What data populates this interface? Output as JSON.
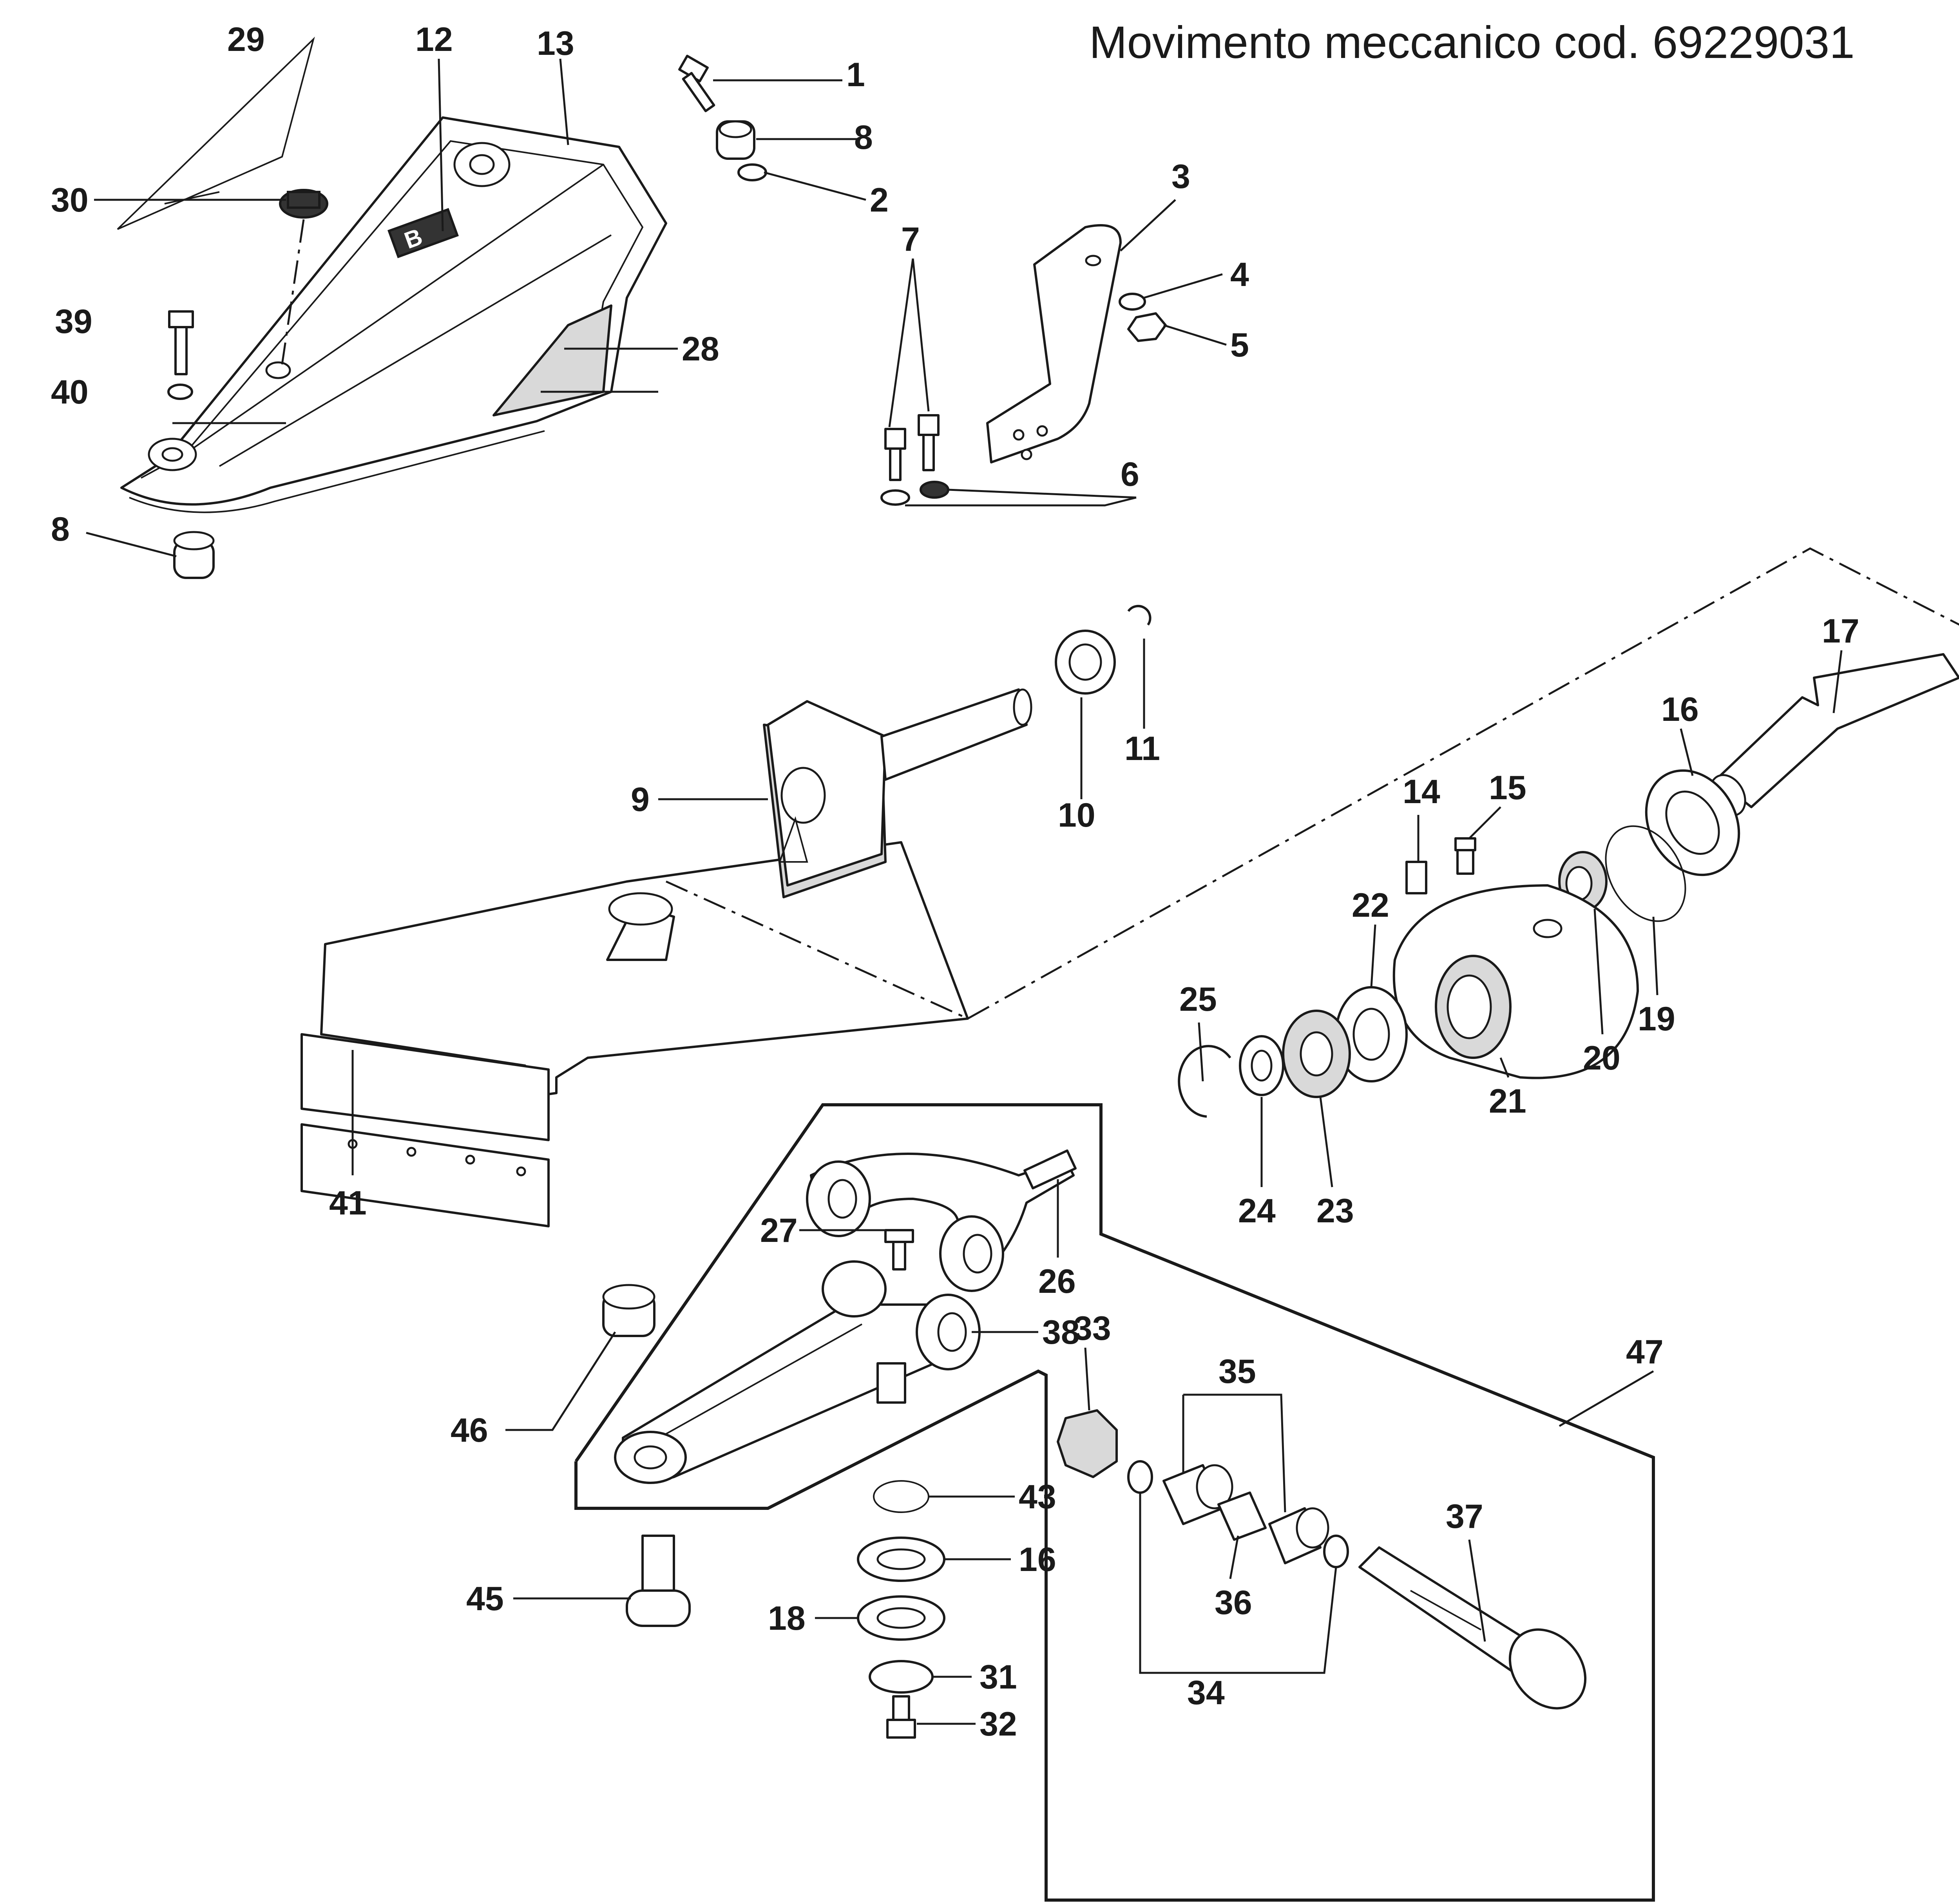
{
  "title": "Movimento meccanico cod. 69229031",
  "callouts": {
    "c1": "1",
    "c2": "2",
    "c3": "3",
    "c4": "4",
    "c5": "5",
    "c6": "6",
    "c7": "7",
    "c8a": "8",
    "c8b": "8",
    "c9": "9",
    "c10": "10",
    "c11": "11",
    "c12": "12",
    "c13": "13",
    "c14": "14",
    "c15": "15",
    "c16a": "16",
    "c16b": "16",
    "c17": "17",
    "c18": "18",
    "c19": "19",
    "c20": "20",
    "c21": "21",
    "c22": "22",
    "c23": "23",
    "c24": "24",
    "c25": "25",
    "c26": "26",
    "c27": "27",
    "c28": "28",
    "c29": "29",
    "c30": "30",
    "c31": "31",
    "c32": "32",
    "c33": "33",
    "c34": "34",
    "c35": "35",
    "c36": "36",
    "c37": "37",
    "c38": "38",
    "c39": "39",
    "c40": "40",
    "c41": "41",
    "c43": "43",
    "c45": "45",
    "c46": "46",
    "c47": "47"
  }
}
